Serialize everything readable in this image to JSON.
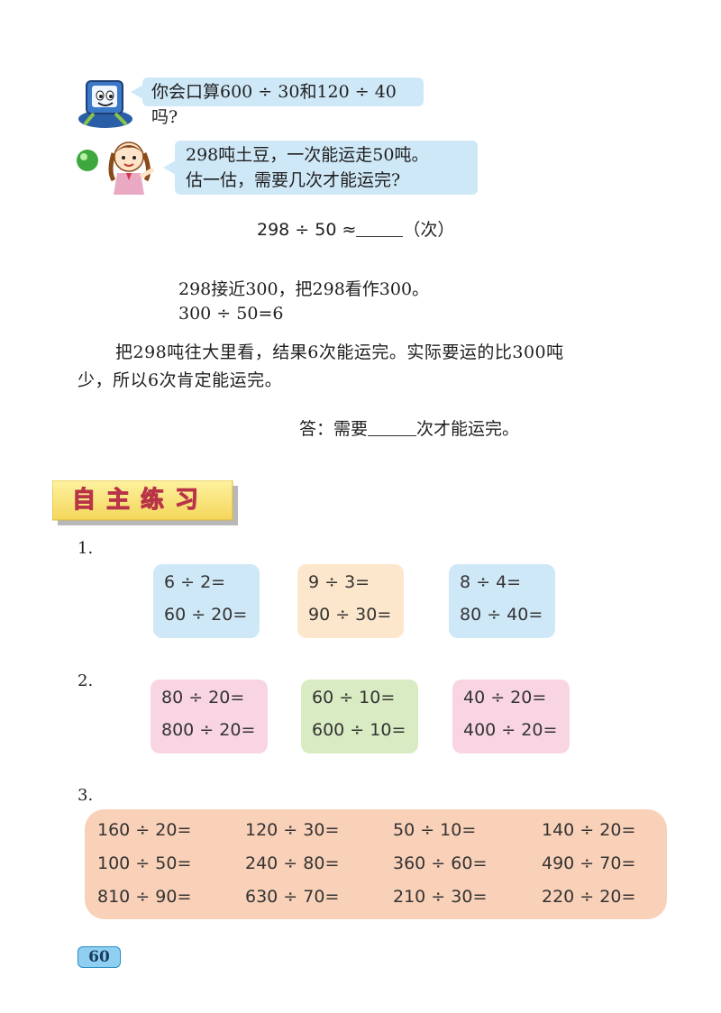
{
  "bubble1": "你会口算600 ÷ 30和120 ÷ 40吗?",
  "bubble2": [
    "298吨土豆，一次能运走50吨。",
    "估一估，需要几次才能运完?"
  ],
  "equation": {
    "left": "298 ÷ 50 ≈",
    "right": "（次）"
  },
  "work": [
    "298接近300，把298看作300。",
    "300 ÷ 50=6"
  ],
  "paragraph": [
    "把298吨往大里看，结果6次能运完。实际要运的比300吨",
    "少，所以6次肯定能运完。"
  ],
  "answer": {
    "left": "答：需要",
    "right": "次才能运完。"
  },
  "section_title": "自主练习",
  "q1": {
    "num": "1.",
    "boxes": [
      {
        "rows": [
          "6 ÷ 2=",
          "60 ÷ 20="
        ],
        "color": "#cfe8f7"
      },
      {
        "rows": [
          "9 ÷ 3=",
          "90 ÷ 30="
        ],
        "color": "#fde7cc"
      },
      {
        "rows": [
          "8 ÷ 4=",
          "80 ÷ 40="
        ],
        "color": "#cfe8f7"
      }
    ]
  },
  "q2": {
    "num": "2.",
    "boxes": [
      {
        "rows": [
          "80 ÷ 20=",
          "800 ÷ 20="
        ],
        "color": "#f9d5e3"
      },
      {
        "rows": [
          "60 ÷ 10=",
          "600 ÷ 10="
        ],
        "color": "#d9ebc2"
      },
      {
        "rows": [
          "40 ÷ 20=",
          "400 ÷ 20="
        ],
        "color": "#f9d5e3"
      }
    ]
  },
  "q3": {
    "num": "3.",
    "rows": [
      [
        "160 ÷ 20=",
        "120 ÷ 30=",
        "50 ÷ 10=",
        "140 ÷ 20="
      ],
      [
        "100 ÷ 50=",
        "240 ÷ 80=",
        "360 ÷ 60=",
        "490 ÷ 70="
      ],
      [
        "810 ÷ 90=",
        "630 ÷ 70=",
        "210 ÷ 30=",
        "220 ÷ 20="
      ]
    ]
  },
  "page_number": "60"
}
